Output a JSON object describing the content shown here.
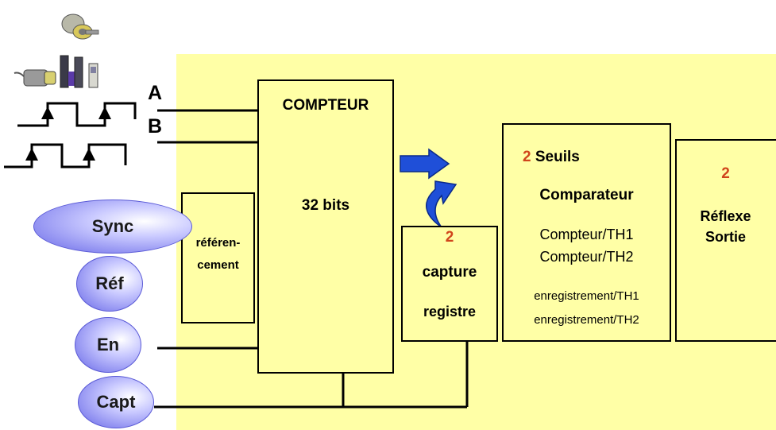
{
  "inputs": {
    "a_label": "A",
    "b_label": "B"
  },
  "counter": {
    "title": "COMPTEUR",
    "bits": "32 bits"
  },
  "referencing": {
    "line1": "référen-",
    "line2": "cement"
  },
  "capture": {
    "count": "2",
    "line1": "capture",
    "line2": "registre"
  },
  "comparator": {
    "count": "2",
    "seuils": "Seuils",
    "title": "Comparateur",
    "items": [
      "Compteur/TH1",
      "Compteur/TH2",
      "enregistrement/TH1",
      "enregistrement/TH2"
    ]
  },
  "reflex": {
    "count": "2",
    "line1": "Réflexe",
    "line2": "Sortie"
  },
  "signals": [
    "Sync",
    "Réf",
    "En",
    "Capt"
  ],
  "colors": {
    "panel": "#ffffa6",
    "accent_red": "#d0451b",
    "arrow_blue": "#1f4fd8",
    "oval_blue": "#8c8cf0"
  }
}
